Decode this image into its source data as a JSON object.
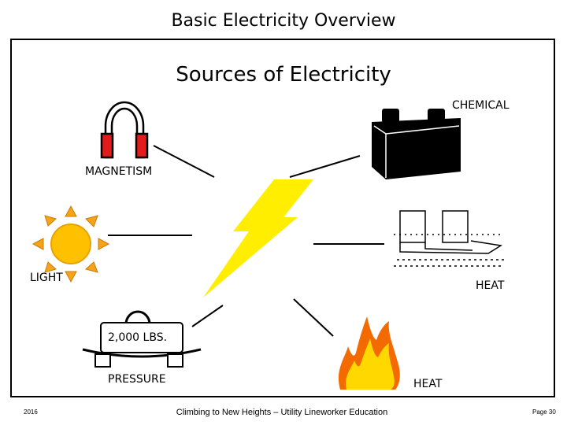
{
  "page_title": "Basic Electricity Overview",
  "heading": "Sources of Electricity",
  "labels": {
    "chemical": "CHEMICAL",
    "magnetism": "MAGNETISM",
    "light": "LIGHT",
    "heat_right": "HEAT",
    "pressure_weight": "2,000 LBS.",
    "pressure": "PRESSURE",
    "heat_bottom": "HEAT"
  },
  "footer": {
    "year": "2016",
    "center": "Climbing to New Heights – Utility Lineworker Education",
    "page": "Page 30"
  },
  "colors": {
    "lightning": "#ffee00",
    "sun_ray": "#f7a21b",
    "sun_core": "#ffc000",
    "magnet_pole": "#e31b1b",
    "battery": "#000000",
    "flame_outer": "#f26a00",
    "flame_inner": "#ffd800"
  }
}
